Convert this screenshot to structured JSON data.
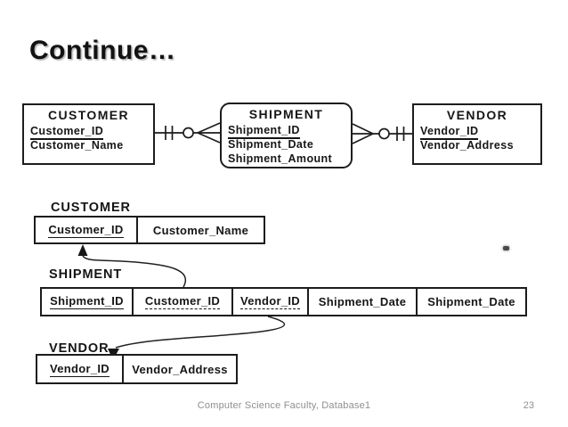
{
  "slide": {
    "title": "Continue…",
    "background_color": "#ffffff",
    "footer": {
      "text": "Computer Science Faculty, Database1",
      "page_number": "23",
      "color": "#8f8f8f"
    }
  },
  "er_diagram": {
    "entities": [
      {
        "name": "CUSTOMER",
        "shape": "rectangle",
        "attributes": [
          {
            "text": "Customer_ID",
            "key": "primary",
            "underline": "solid"
          },
          {
            "text": "Customer_Name",
            "key": "none",
            "underline": "none"
          }
        ]
      },
      {
        "name": "SHIPMENT",
        "shape": "rounded-rectangle",
        "attributes": [
          {
            "text": "Shipment_ID",
            "key": "primary",
            "underline": "solid"
          },
          {
            "text": "Shipment_Date",
            "key": "none",
            "underline": "none"
          },
          {
            "text": "Shipment_Amount",
            "key": "none",
            "underline": "none"
          }
        ]
      },
      {
        "name": "VENDOR",
        "shape": "rectangle",
        "attributes": [
          {
            "text": "Vendor_ID",
            "key": "primary",
            "underline": "solid"
          },
          {
            "text": "Vendor_Address",
            "key": "none",
            "underline": "none"
          }
        ]
      }
    ],
    "relationships": [
      {
        "from": "CUSTOMER",
        "to": "SHIPMENT",
        "from_end_notation": "one-mandatory ||",
        "to_end_notation": "optional-many o<"
      },
      {
        "from": "SHIPMENT",
        "to": "VENDOR",
        "from_end_notation": "optional-many >o",
        "to_end_notation": "one-mandatory ||"
      }
    ]
  },
  "relational_schema": {
    "tables": [
      {
        "name": "CUSTOMER",
        "columns": [
          {
            "text": "Customer_ID",
            "underline": "solid"
          },
          {
            "text": "Customer_Name",
            "underline": "none"
          }
        ]
      },
      {
        "name": "SHIPMENT",
        "columns": [
          {
            "text": "Shipment_ID",
            "underline": "solid"
          },
          {
            "text": "Customer_ID",
            "underline": "dashed"
          },
          {
            "text": "Vendor_ID",
            "underline": "dashed"
          },
          {
            "text": "Shipment_Date",
            "underline": "none"
          },
          {
            "text": "Shipment_Date",
            "underline": "none"
          }
        ]
      },
      {
        "name": "VENDOR",
        "columns": [
          {
            "text": "Vendor_ID",
            "underline": "solid"
          },
          {
            "text": "Vendor_Address",
            "underline": "none"
          }
        ]
      }
    ],
    "foreign_key_arrows": [
      {
        "from": "SHIPMENT.Customer_ID",
        "to": "CUSTOMER.Customer_ID"
      },
      {
        "from": "SHIPMENT.Vendor_ID",
        "to": "VENDOR"
      }
    ]
  }
}
